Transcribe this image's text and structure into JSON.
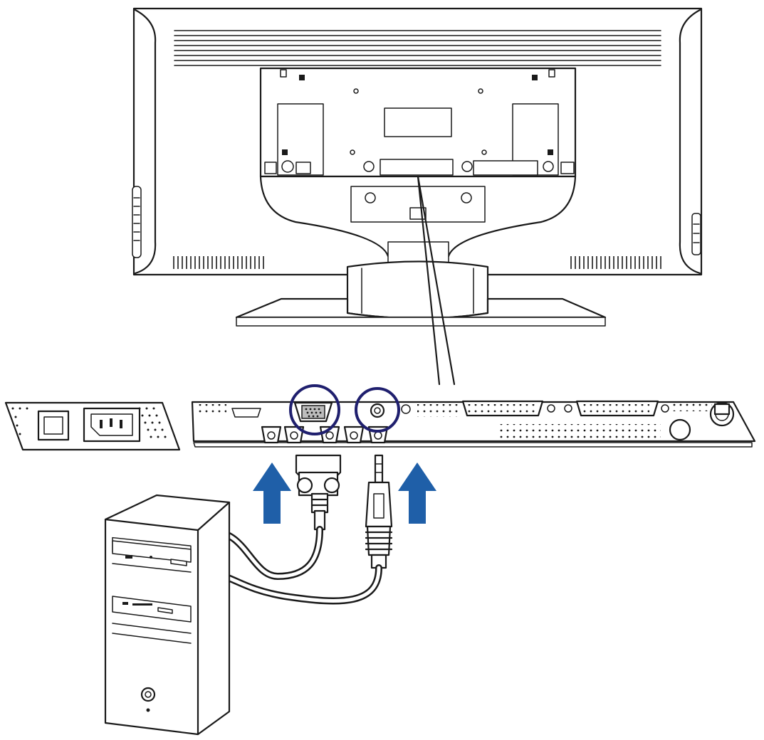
{
  "diagram": {
    "subject": "monitor-rear-connection-to-pc",
    "colors": {
      "highlight_circle": "#1f1f6e",
      "arrow": "#1f5fa8",
      "line": "#1a1a1a",
      "background": "#ffffff"
    },
    "highlighted_ports": [
      "vga-port",
      "audio-in-port"
    ],
    "arrows": 2,
    "icons": [
      "monitor-rear-icon",
      "power-switch-icon",
      "ac-inlet-icon",
      "vga-plug-icon",
      "audio-plug-icon",
      "pc-tower-icon"
    ]
  }
}
